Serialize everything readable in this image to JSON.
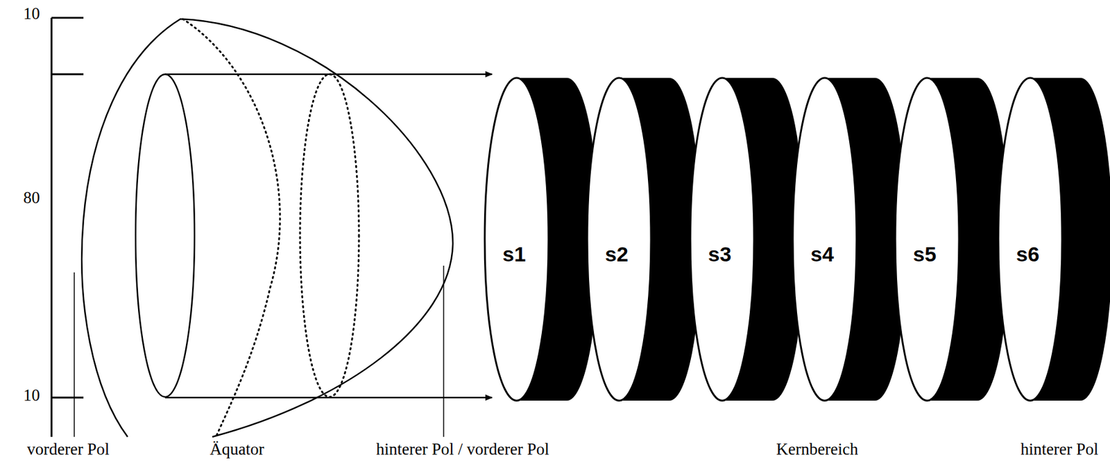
{
  "diagram": {
    "nodes": [
      {
        "text": [
          "s1"
        ]
      },
      {
        "text": [
          "s2"
        ]
      },
      {
        "text": [
          "s3"
        ]
      },
      {
        "text": [
          "s4"
        ]
      },
      {
        "text": [
          "s5"
        ]
      },
      {
        "text": [
          "s6"
        ]
      }
    ],
    "labels": [
      "10",
      "80",
      "10",
      "vorderer Pol",
      "Äquator",
      "hinterer Pol / vorderer Pol",
      "Kernbereich",
      "hinterer Pol"
    ]
  }
}
